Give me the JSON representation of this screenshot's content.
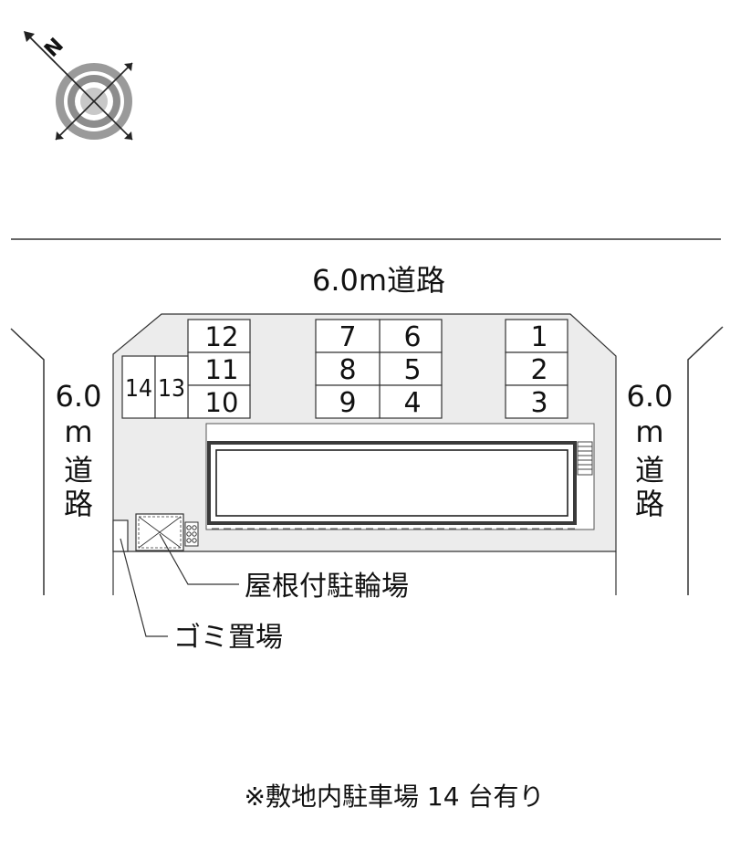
{
  "compass": {
    "north_label": "N",
    "icon": "compass-icon"
  },
  "roads": {
    "top": "6.0m道路",
    "left": [
      "6.0",
      "m",
      "道",
      "路"
    ],
    "right": [
      "6.0",
      "m",
      "道",
      "路"
    ]
  },
  "parking_numbers": {
    "s1": "1",
    "s2": "2",
    "s3": "3",
    "s4": "4",
    "s5": "5",
    "s6": "6",
    "s7": "7",
    "s8": "8",
    "s9": "9",
    "s10": "10",
    "s11": "11",
    "s12": "12",
    "s13": "13",
    "s14": "14"
  },
  "labels": {
    "bicycle": "屋根付駐輪場",
    "garbage": "ゴミ置場"
  },
  "footnote": "※敷地内駐車場 14 台有り",
  "colors": {
    "lot": "#ececec",
    "line": "#222222",
    "building": "#333333"
  }
}
